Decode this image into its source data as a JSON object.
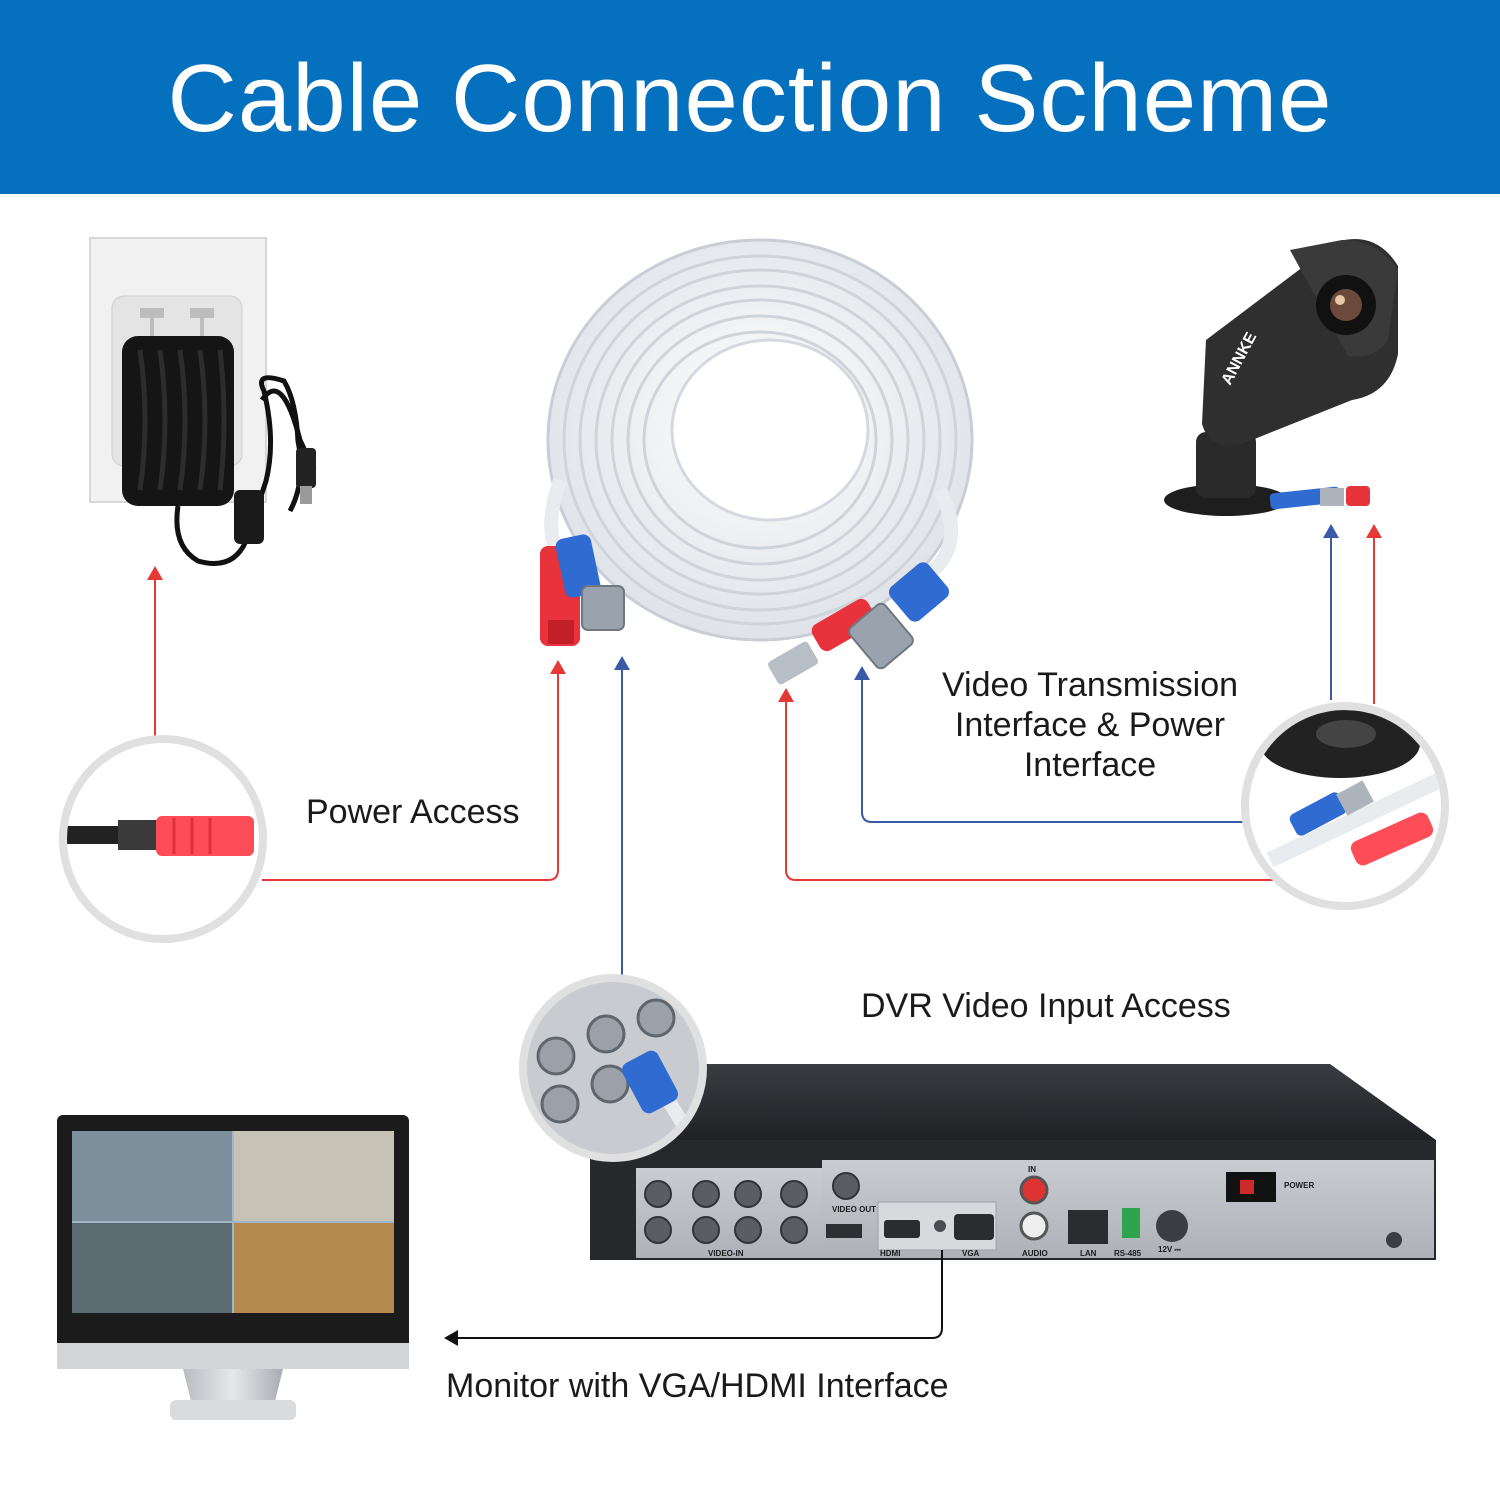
{
  "header": {
    "title": "Cable Connection Scheme",
    "background": "#0570bd"
  },
  "labels": {
    "power_access": "Power Access",
    "video_transmission": "Video Transmission Interface & Power Interface",
    "dvr_input": "DVR Video Input Access",
    "monitor": "Monitor with VGA/HDMI Interface"
  },
  "camera": {
    "brand": "ANNKE"
  },
  "dvr": {
    "ports": {
      "video_in": "VIDEO-IN",
      "video_out": "VIDEO OUT",
      "hdmi": "HDMI",
      "vga": "VGA",
      "audio_in": "IN",
      "audio": "AUDIO",
      "lan": "LAN",
      "rs485": "RS-485",
      "dc": "12V ⎓",
      "power": "POWER"
    }
  },
  "colors": {
    "power_line": "#e53935",
    "video_line": "#3a5aa8",
    "red_connector": "#e8323c",
    "blue_connector": "#2f6bd0",
    "dvr_body": "#2b2d31"
  }
}
